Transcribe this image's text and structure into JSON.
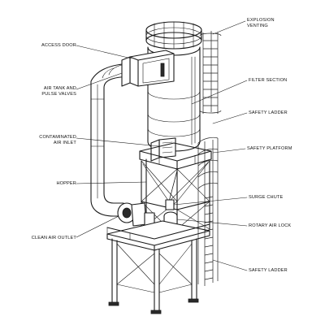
{
  "labels": {
    "explosion_venting": "EXPLOSION\nVENTING",
    "access_door": "ACCESS DOOR",
    "air_tank": "AIR TANK AND\nPULSE VALVES",
    "filter_section": "FILTER SECTION",
    "safety_ladder_upper": "SAFETY LADDER",
    "contaminated_inlet": "CONTAMINATED\nAIR INLET",
    "safety_platform": "SAFETY PLATFORM",
    "hopper": "HOPPER",
    "surge_chute": "SURGE CHUTE",
    "rotary_air_lock": "ROTARY AIR LOCK",
    "clean_air_outlet": "CLEAN AIR OUTLET",
    "safety_ladder_lower": "SAFETY LADDER"
  }
}
